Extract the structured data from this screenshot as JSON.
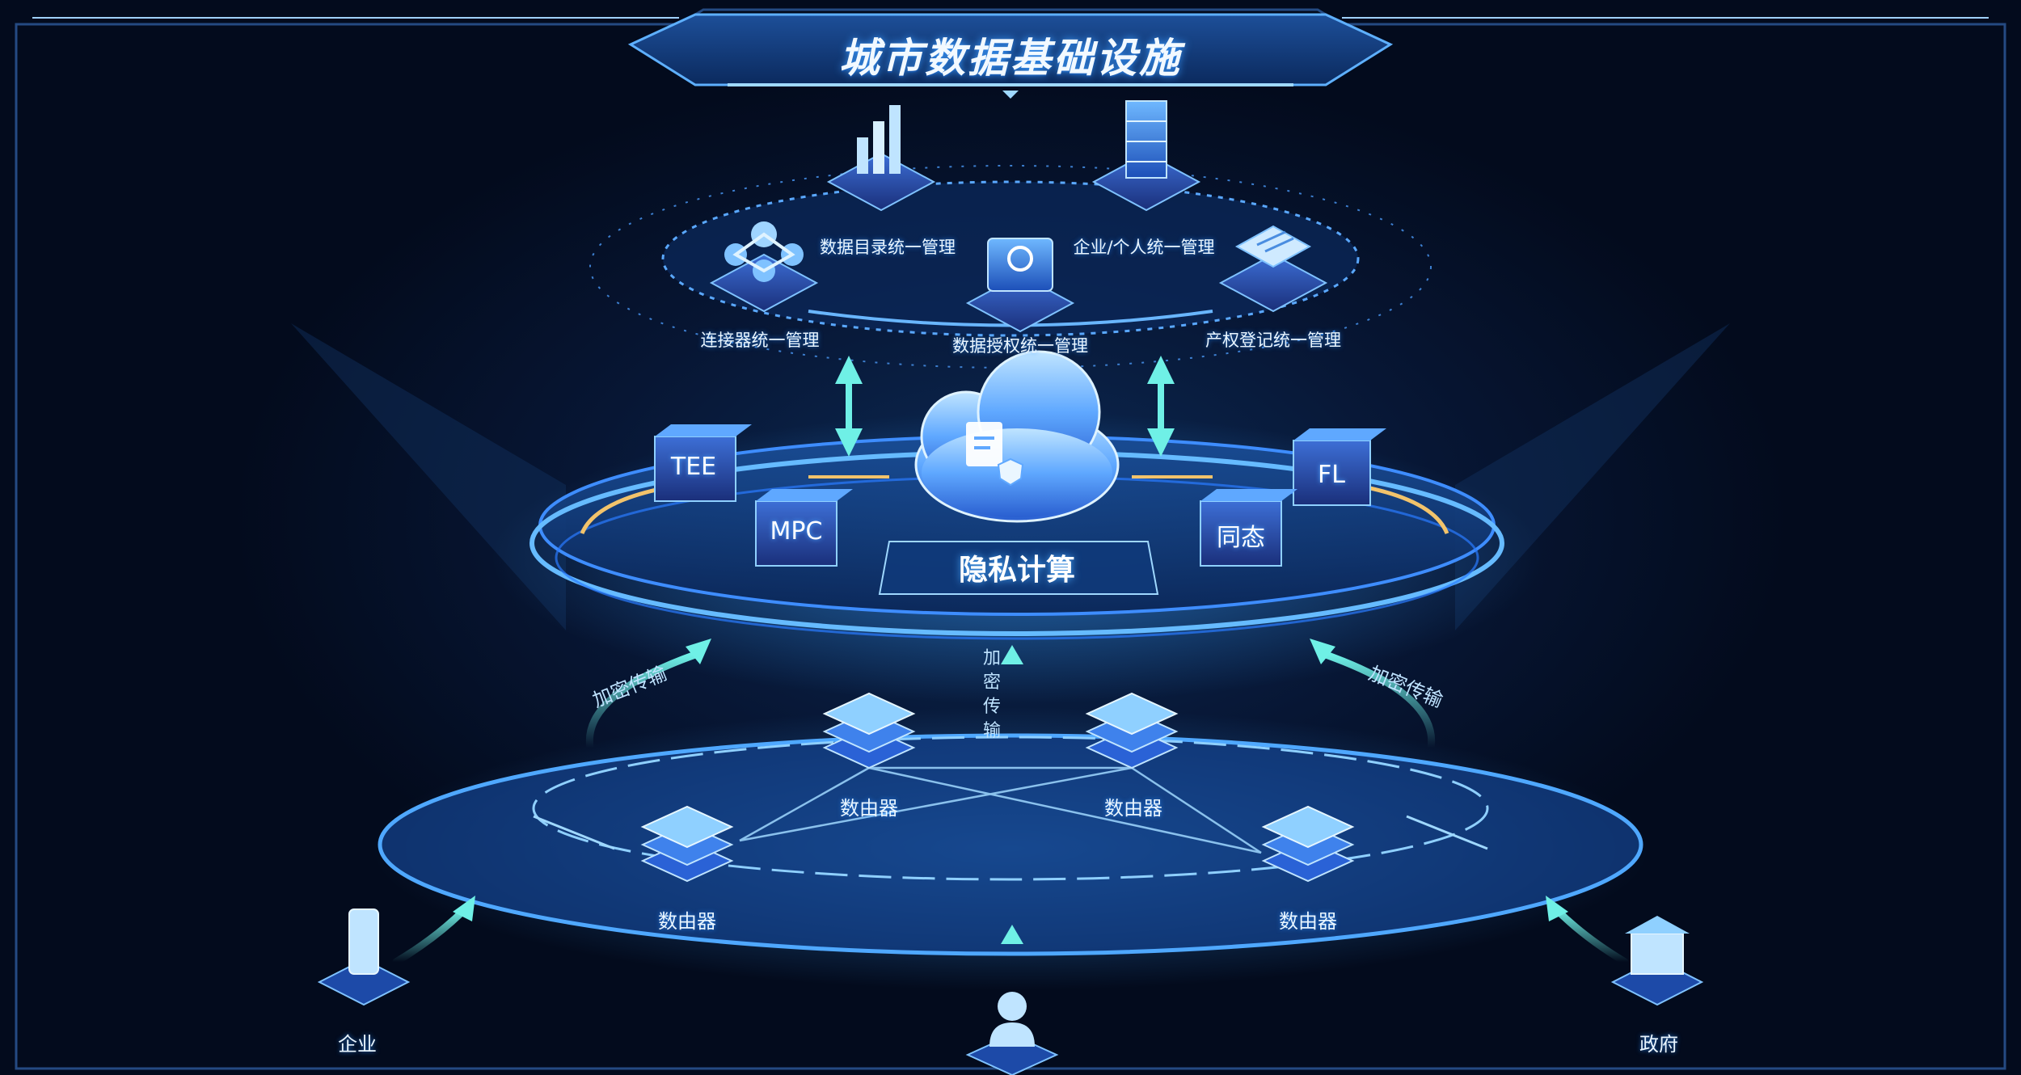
{
  "title": "城市数据基础设施",
  "top_modules": [
    {
      "name": "数据目录统一管理",
      "icon": "bar-chart-icon"
    },
    {
      "name": "企业/个人统一管理",
      "icon": "building-icon"
    },
    {
      "name": "连接器统一管理",
      "icon": "connector-icon"
    },
    {
      "name": "数据授权统一管理",
      "icon": "authorization-icon"
    },
    {
      "name": "产权登记统一管理",
      "icon": "document-icon"
    }
  ],
  "center": {
    "label": "隐私计算",
    "icon": "cloud-shield-icon"
  },
  "technologies": [
    "TEE",
    "MPC",
    "FL",
    "同态"
  ],
  "transmission_label": "加密传输",
  "routers": [
    "数由器",
    "数由器",
    "数由器",
    "数由器"
  ],
  "entities": [
    {
      "name": "企业",
      "icon": "office-building-icon"
    },
    {
      "name": "政府",
      "icon": "government-building-icon"
    },
    {
      "name": "",
      "icon": "person-icon"
    }
  ],
  "colors": {
    "accent": "#2f8cff",
    "arrow": "#6ff0e6",
    "ring_gold": "#f2c36b",
    "background": "#030b1d"
  }
}
